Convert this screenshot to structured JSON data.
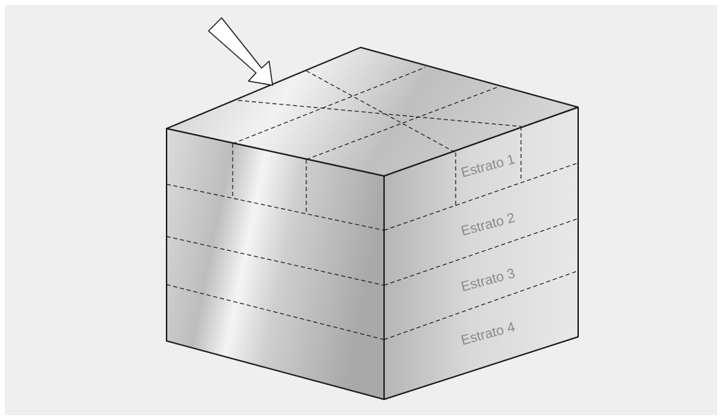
{
  "strata": [
    {
      "label": "Estrato 1"
    },
    {
      "label": "Estrato 2"
    },
    {
      "label": "Estrato 3"
    },
    {
      "label": "Estrato 4"
    }
  ],
  "colors": {
    "background": "#efefef",
    "edge": "#1a1a1a",
    "label": "#8a8a8a"
  },
  "icons": {
    "arrow": "arrow-down-right-icon"
  }
}
